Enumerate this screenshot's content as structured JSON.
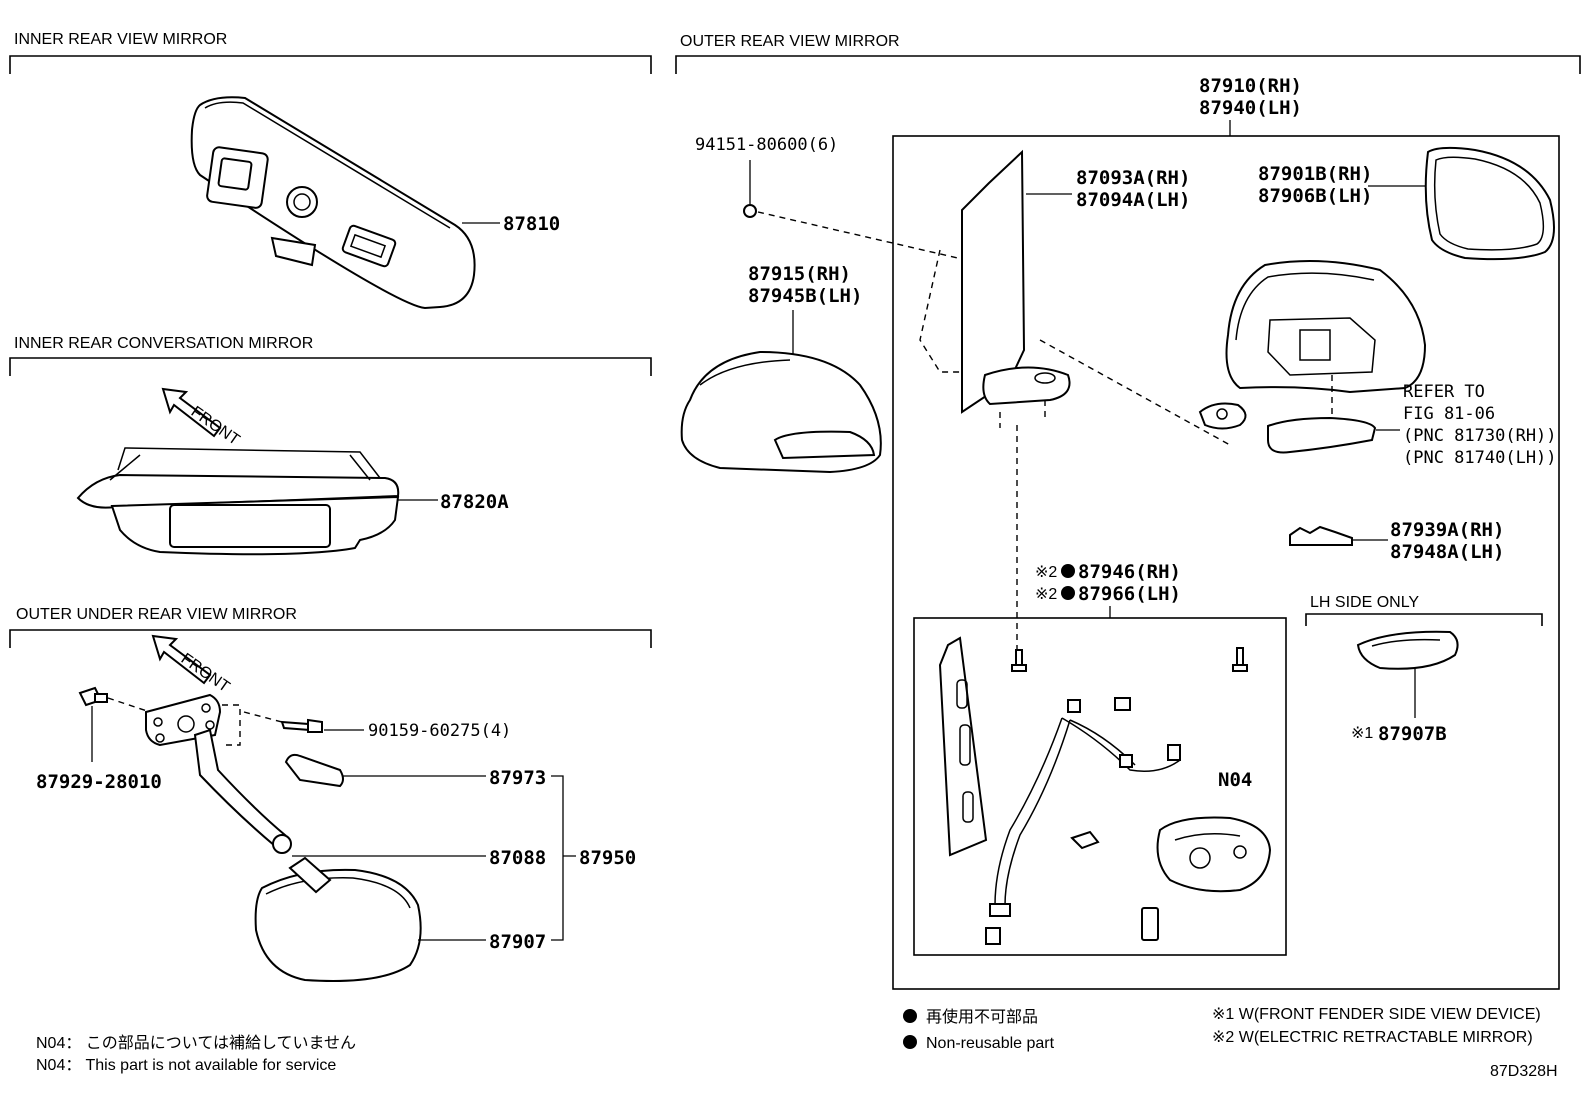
{
  "sections": {
    "inner_rear_view_mirror": "INNER REAR VIEW MIRROR",
    "outer_rear_view_mirror": "OUTER REAR VIEW MIRROR",
    "inner_rear_conversation_mirror": "INNER REAR CONVERSATION MIRROR",
    "outer_under_rear_view_mirror": "OUTER UNDER REAR VIEW MIRROR",
    "lh_side_only": "LH SIDE ONLY"
  },
  "direction": {
    "front": "FRONT"
  },
  "parts": {
    "p87810": "87810",
    "p87820a": "87820A",
    "p87929": "87929-28010",
    "p90159": "90159-60275(4)",
    "p87973": "87973",
    "p87088": "87088",
    "p87950": "87950",
    "p87907": "87907",
    "p94151": "94151-80600(6)",
    "p87910": "87910(RH)",
    "p87940": "87940(LH)",
    "p87915": "87915(RH)",
    "p87945b": "87945B(LH)",
    "p87093a": "87093A(RH)",
    "p87094a": "87094A(LH)",
    "p87901b": "87901B(RH)",
    "p87906b": "87906B(LH)",
    "refer_1": "REFER TO",
    "refer_2": "FIG 81-06",
    "refer_3": "(PNC 81730(RH))",
    "refer_4": "(PNC 81740(LH))",
    "p87939a": "87939A(RH)",
    "p87948a": "87948A(LH)",
    "p87946_mark": "※2",
    "p87946": "87946(RH)",
    "p87966_mark": "※2",
    "p87966": "87966(LH)",
    "n04": "N04",
    "p87907b_mark": "※1",
    "p87907b": "87907B"
  },
  "legend": {
    "nonreusable_jp": "再使用不可部品",
    "nonreusable_en": "Non-reusable part",
    "note1": "※1 W(FRONT FENDER SIDE VIEW DEVICE)",
    "note2": "※2 W(ELECTRIC RETRACTABLE MIRROR)",
    "n04_jp": "N04： この部品については補給していません",
    "n04_en": "N04： This part is not available for service",
    "code": "87D328H"
  }
}
